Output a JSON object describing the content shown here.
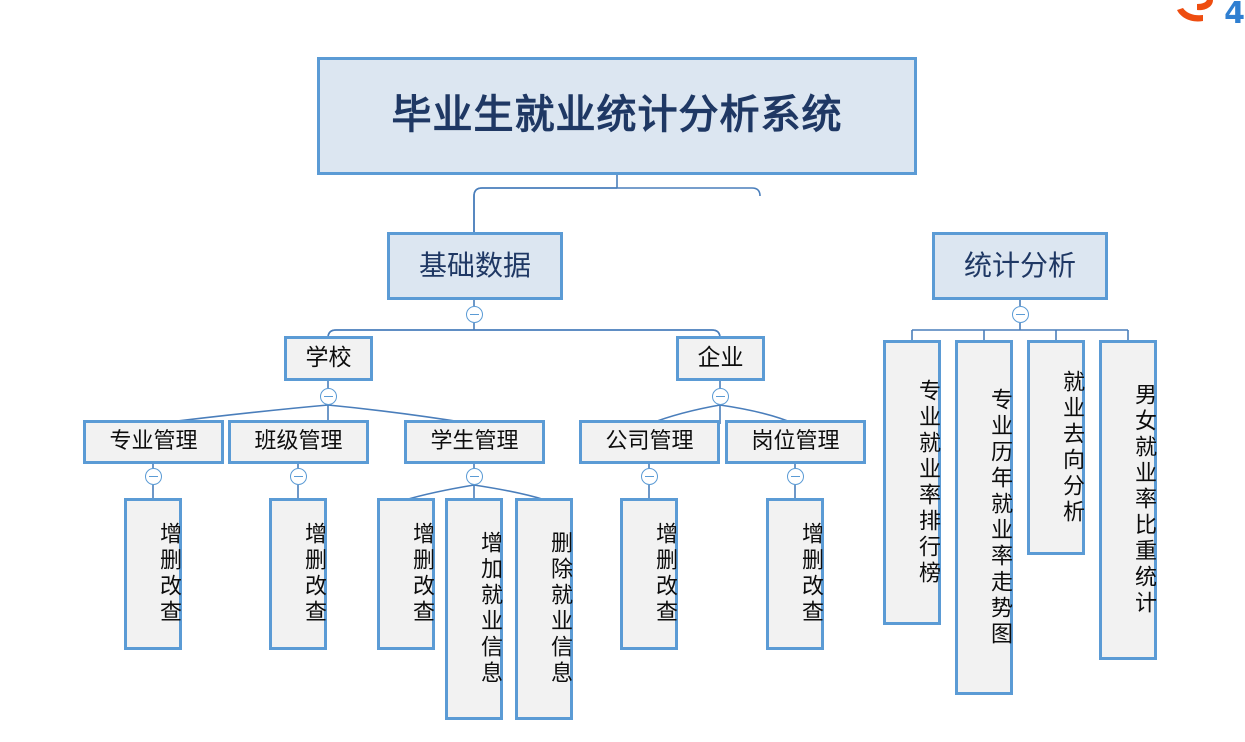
{
  "diagram": {
    "type": "organization-chart",
    "title": "毕业生就业统计分析系统",
    "colors": {
      "root_fill": "#dce6f1",
      "node_fill": "#f2f2f2",
      "border": "#5b9bd5",
      "connector": "#4a7ebb",
      "root_text": "#1f3864",
      "node_text": "#0d0d0d",
      "logo_orange": "#ee4d10",
      "logo_blue": "#2f7fd1"
    },
    "nodes": {
      "root": "毕业生就业统计分析系统",
      "basic_data": "基础数据",
      "stat_analysis": "统计分析",
      "school": "学校",
      "enterprise": "企业",
      "major_mgmt": "专业管理",
      "class_mgmt": "班级管理",
      "student_mgmt": "学生管理",
      "company_mgmt": "公司管理",
      "position_mgmt": "岗位管理",
      "crud_major": "增删改查",
      "crud_class": "增删改查",
      "crud_student": "增删改查",
      "add_employment_info": "增加就业信息",
      "delete_employment_info": "删除就业信息",
      "crud_company": "增删改查",
      "crud_position": "增删改查",
      "major_employment_rank": "专业就业率排行榜",
      "major_yearly_trend": "专业历年就业率走势图",
      "employment_destination": "就业去向分析",
      "gender_employment_ratio": "男女就业率比重统计"
    },
    "watermark": {
      "logo_icon": "orange-e-logo",
      "char": "4"
    },
    "collapse_icon": "minus-circle-icon"
  }
}
